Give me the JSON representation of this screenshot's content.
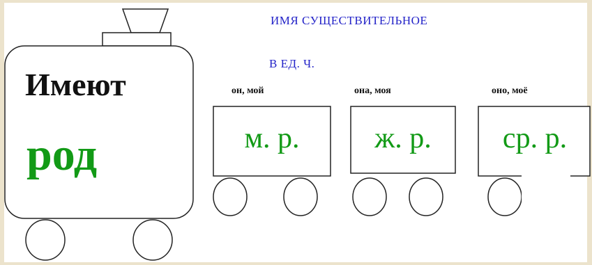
{
  "title": "ИМЯ СУЩЕСТВИТЕЛЬНОЕ",
  "subtitle": "В ЕД. Ч.",
  "locomotive": {
    "line1": "Имеют",
    "line2": "род"
  },
  "cars": [
    {
      "pronouns": "он, мой",
      "gender": "м. р."
    },
    {
      "pronouns": "она, моя",
      "gender": "ж. р."
    },
    {
      "pronouns": "оно, моё",
      "gender": "ср. р."
    }
  ],
  "colors": {
    "heading": "#2323c8",
    "gender_label": "#129a16",
    "outline": "#222222",
    "border": "#ece3cc"
  }
}
